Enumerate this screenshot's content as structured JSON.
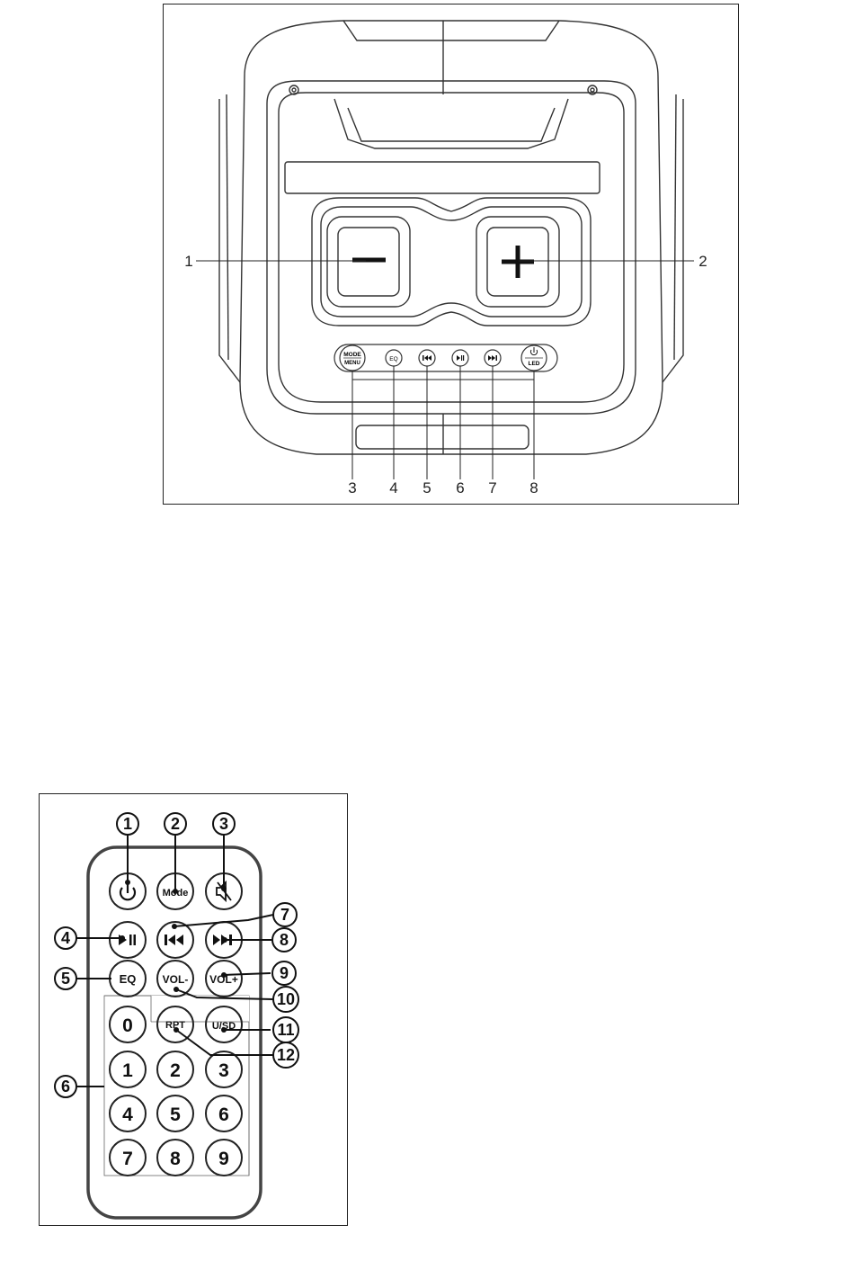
{
  "speaker": {
    "panel_buttons": {
      "mode_line1": "MODE",
      "mode_line2": "MENU",
      "eq": "EQ",
      "led": "LED"
    },
    "callouts": [
      "1",
      "2",
      "3",
      "4",
      "5",
      "6",
      "7",
      "8"
    ]
  },
  "remote": {
    "keys": {
      "power": "",
      "mode": "Mode",
      "mute": "",
      "play_pause": "",
      "prev": "",
      "next": "",
      "eq": "EQ",
      "vol_down": "VOL-",
      "vol_up": "VOL+",
      "rpt": "RPT",
      "usd": "U/SD",
      "digits": [
        "0",
        "1",
        "2",
        "3",
        "4",
        "5",
        "6",
        "7",
        "8",
        "9"
      ]
    },
    "callouts": [
      "1",
      "2",
      "3",
      "4",
      "5",
      "6",
      "7",
      "8",
      "9",
      "10",
      "11",
      "12"
    ]
  },
  "icons": [
    "minus-icon",
    "plus-icon",
    "prev-track-icon",
    "play-pause-icon",
    "next-track-icon",
    "power-icon",
    "mute-icon"
  ],
  "colors": {
    "line": "#222222",
    "background": "#ffffff"
  }
}
